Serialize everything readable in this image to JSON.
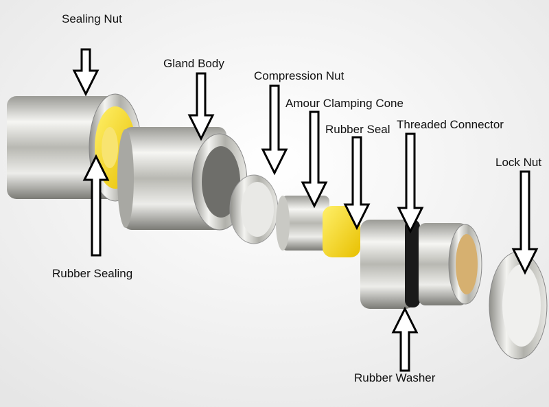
{
  "diagram": {
    "labels": {
      "sealing_nut": "Sealing Nut",
      "gland_body": "Gland Body",
      "compression_nut": "Compression Nut",
      "amour_clamping_cone": "Amour Clamping Cone",
      "rubber_seal": "Rubber Seal",
      "threaded_connector": "Threaded Connector",
      "lock_nut": "Lock Nut",
      "rubber_sealing": "Rubber Sealing",
      "rubber_washer": "Rubber Washer"
    },
    "colors": {
      "metal_light": "#f2f2f0",
      "metal_dark": "#8a8a86",
      "rubber_yellow": "#f5d400",
      "rubber_black": "#1a1a1a",
      "arrow_fill": "#ffffff",
      "arrow_stroke": "#000000"
    }
  }
}
